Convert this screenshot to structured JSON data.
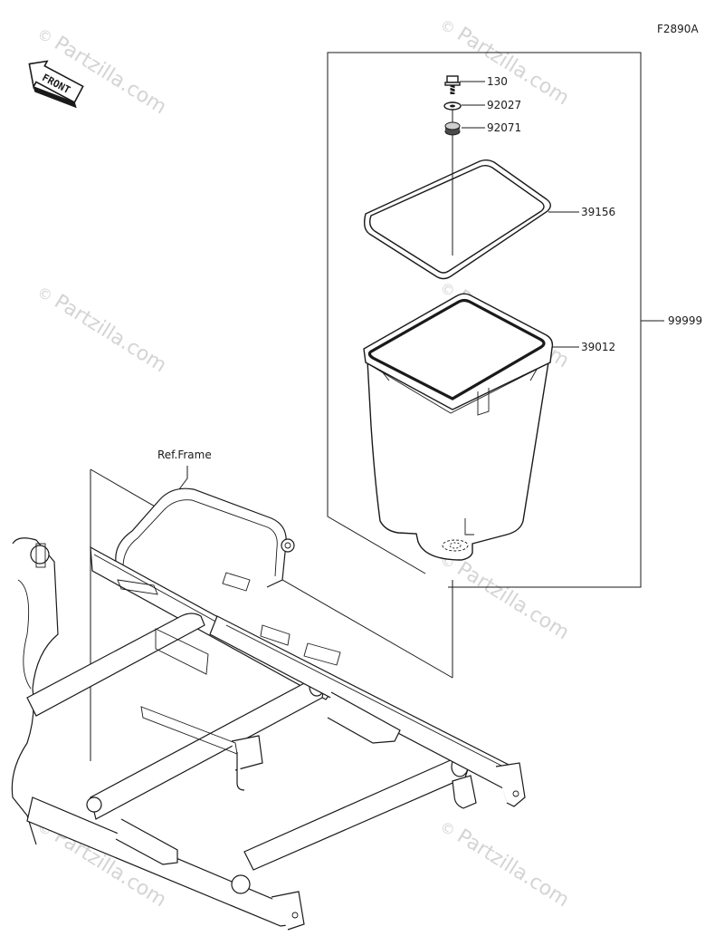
{
  "diagram_code": "F2890A",
  "front_arrow_label": "FRONT",
  "ref_label": "Ref.Frame",
  "watermark": {
    "copyright_symbol": "©",
    "text": "Partzilla.com"
  },
  "callouts": [
    {
      "part_number": "130"
    },
    {
      "part_number": "92027"
    },
    {
      "part_number": "92071"
    },
    {
      "part_number": "39156"
    },
    {
      "part_number": "39012"
    },
    {
      "part_number": "99999"
    }
  ],
  "colors": {
    "line": "#1a1a1a",
    "watermark": "#d4d4d4",
    "background": "#ffffff"
  }
}
